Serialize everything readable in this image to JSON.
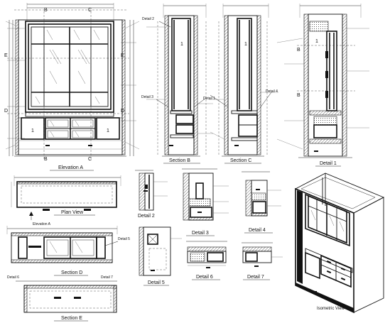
{
  "drawing": {
    "elevation_a": {
      "title": "Elevation A",
      "marks": [
        "B",
        "C",
        "D",
        "E",
        "B",
        "C",
        "D",
        "E"
      ],
      "drawer_numbers": [
        "1",
        "1"
      ]
    },
    "plan_view": {
      "title": "Plan View",
      "elevation_ref": "Elevation A"
    },
    "section_b": {
      "title": "Section B",
      "refs": [
        "Detail 2",
        "Detail 3"
      ],
      "number": "1"
    },
    "section_c": {
      "title": "Section C",
      "refs": [
        "Detail 1",
        "Detail 4"
      ],
      "number": "1"
    },
    "section_d": {
      "title": "Section D",
      "refs": [
        "Detail 5"
      ]
    },
    "section_e": {
      "title": "Section E",
      "refs": [
        "Detail 6",
        "Detail 7"
      ]
    },
    "detail_1": {
      "title": "Detail 1",
      "marks": [
        "B",
        "B"
      ],
      "number": "1"
    },
    "detail_2": {
      "title": "Detail 2"
    },
    "detail_3": {
      "title": "Detail 3"
    },
    "detail_4": {
      "title": "Detail 4"
    },
    "detail_5": {
      "title": "Detail 5"
    },
    "detail_6": {
      "title": "Detail 6"
    },
    "detail_7": {
      "title": "Detail 7"
    },
    "isometric": {
      "title": "Isometric View"
    }
  }
}
